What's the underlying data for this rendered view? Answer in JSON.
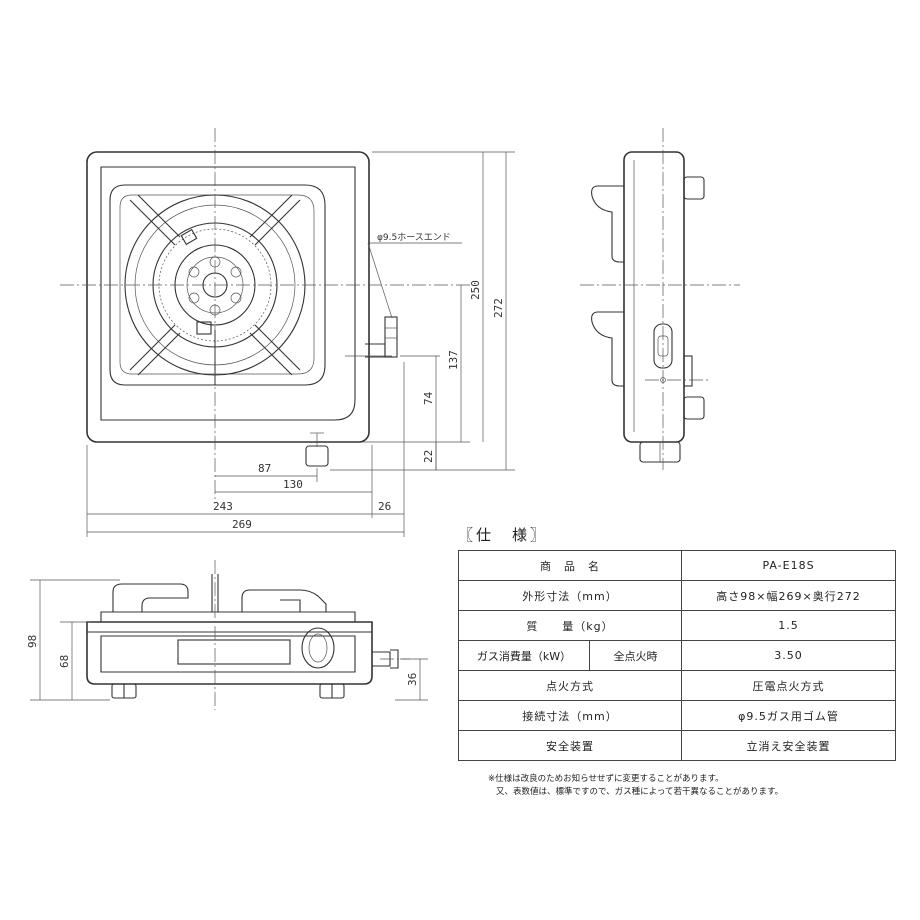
{
  "drawing": {
    "top_view": {
      "hose_label": "φ9.5ホースエンド",
      "dimensions": [
        "250",
        "272",
        "137",
        "74",
        "22",
        "87",
        "130",
        "243",
        "26",
        "269"
      ]
    },
    "front_view": {
      "dimensions": [
        "98",
        "68",
        "36"
      ]
    }
  },
  "spec": {
    "title": "〖仕　様〗",
    "rows": [
      {
        "label": "商　品　名",
        "value": "PA-E18S"
      },
      {
        "label": "外形寸法（mm）",
        "value": "高さ98×幅269×奥行272"
      },
      {
        "label": "質　　量（kg）",
        "value": "1.5"
      },
      {
        "label": "ガス消費量（kW）",
        "sub_label": "全点火時",
        "value": "3.50"
      },
      {
        "label": "点火方式",
        "value": "圧電点火方式"
      },
      {
        "label": "接続寸法（mm）",
        "value": "φ9.5ガス用ゴム管"
      },
      {
        "label": "安全装置",
        "value": "立消え安全装置"
      }
    ],
    "notes": [
      "※仕様は改良のためお知らせせずに変更することがあります。",
      "又、表数値は、標準ですので、ガス種によって若干異なることがあります。"
    ]
  }
}
